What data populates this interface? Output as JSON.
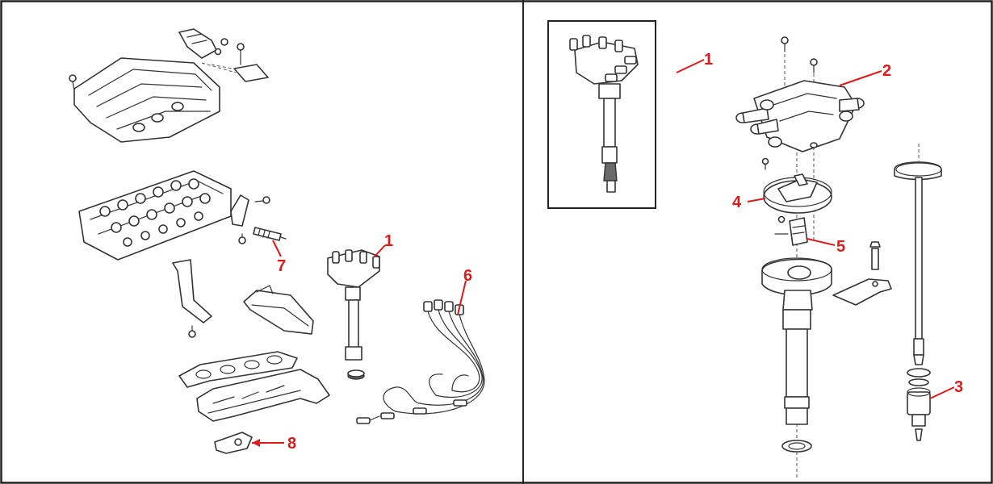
{
  "callouts_left": [
    {
      "id": "left-1",
      "label": "1"
    },
    {
      "id": "left-6",
      "label": "6"
    },
    {
      "id": "left-7",
      "label": "7"
    },
    {
      "id": "left-8",
      "label": "8"
    }
  ],
  "callouts_right": [
    {
      "id": "right-1",
      "label": "1"
    },
    {
      "id": "right-2",
      "label": "2"
    },
    {
      "id": "right-3",
      "label": "3"
    },
    {
      "id": "right-4",
      "label": "4"
    },
    {
      "id": "right-5",
      "label": "5"
    }
  ],
  "colors": {
    "callout": "#e0191b",
    "line": "#333333",
    "frame": "#222222"
  }
}
